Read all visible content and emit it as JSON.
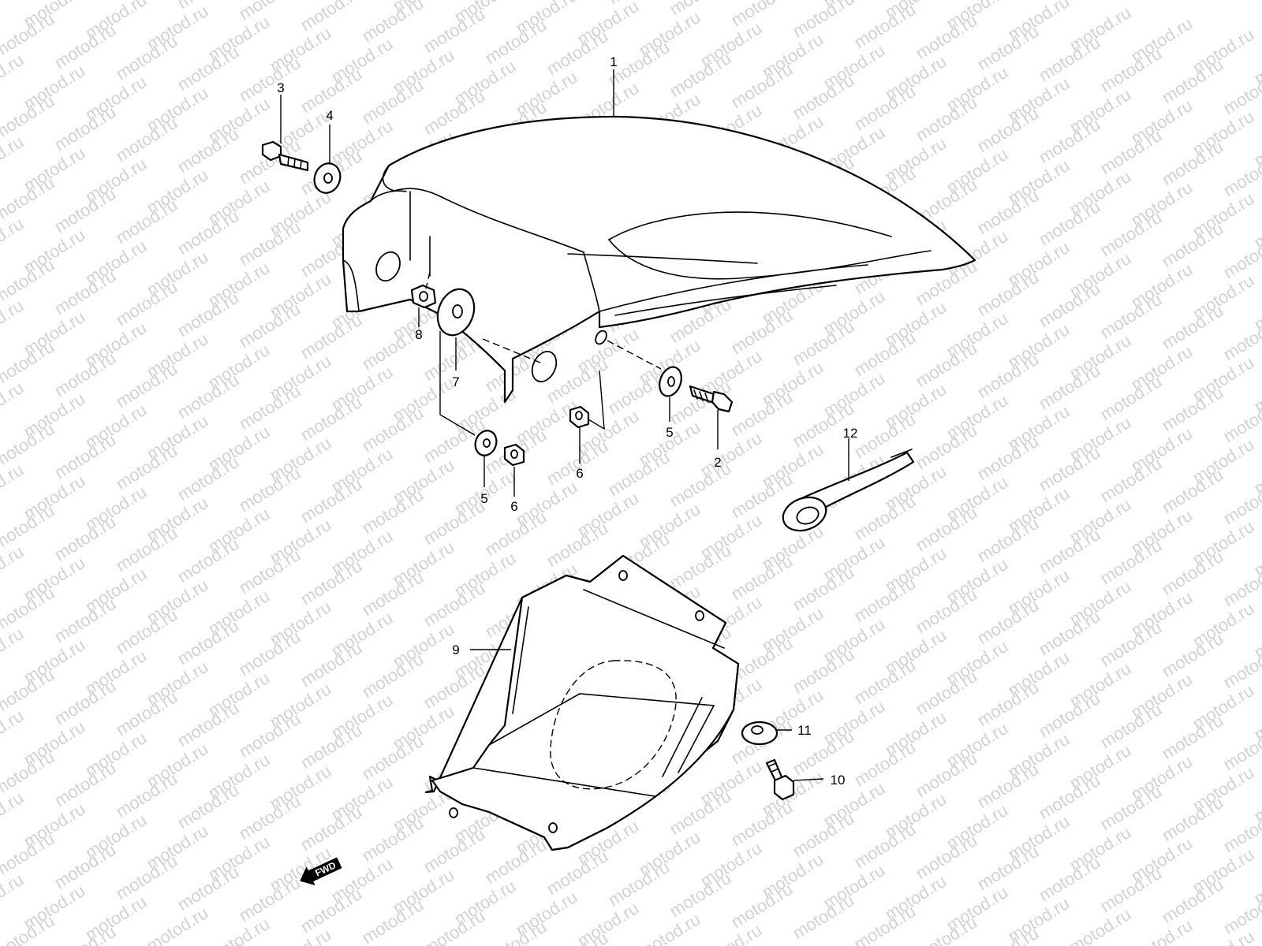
{
  "watermark": {
    "text": "motod.ru"
  },
  "callouts": {
    "c1": "1",
    "c2": "2",
    "c3": "3",
    "c4": "4",
    "c5a": "5",
    "c5b": "5",
    "c6a": "6",
    "c6b": "6",
    "c7": "7",
    "c8": "8",
    "c9": "9",
    "c10": "10",
    "c11": "11",
    "c12": "12"
  },
  "fwd_marker": {
    "label": "FWD"
  }
}
